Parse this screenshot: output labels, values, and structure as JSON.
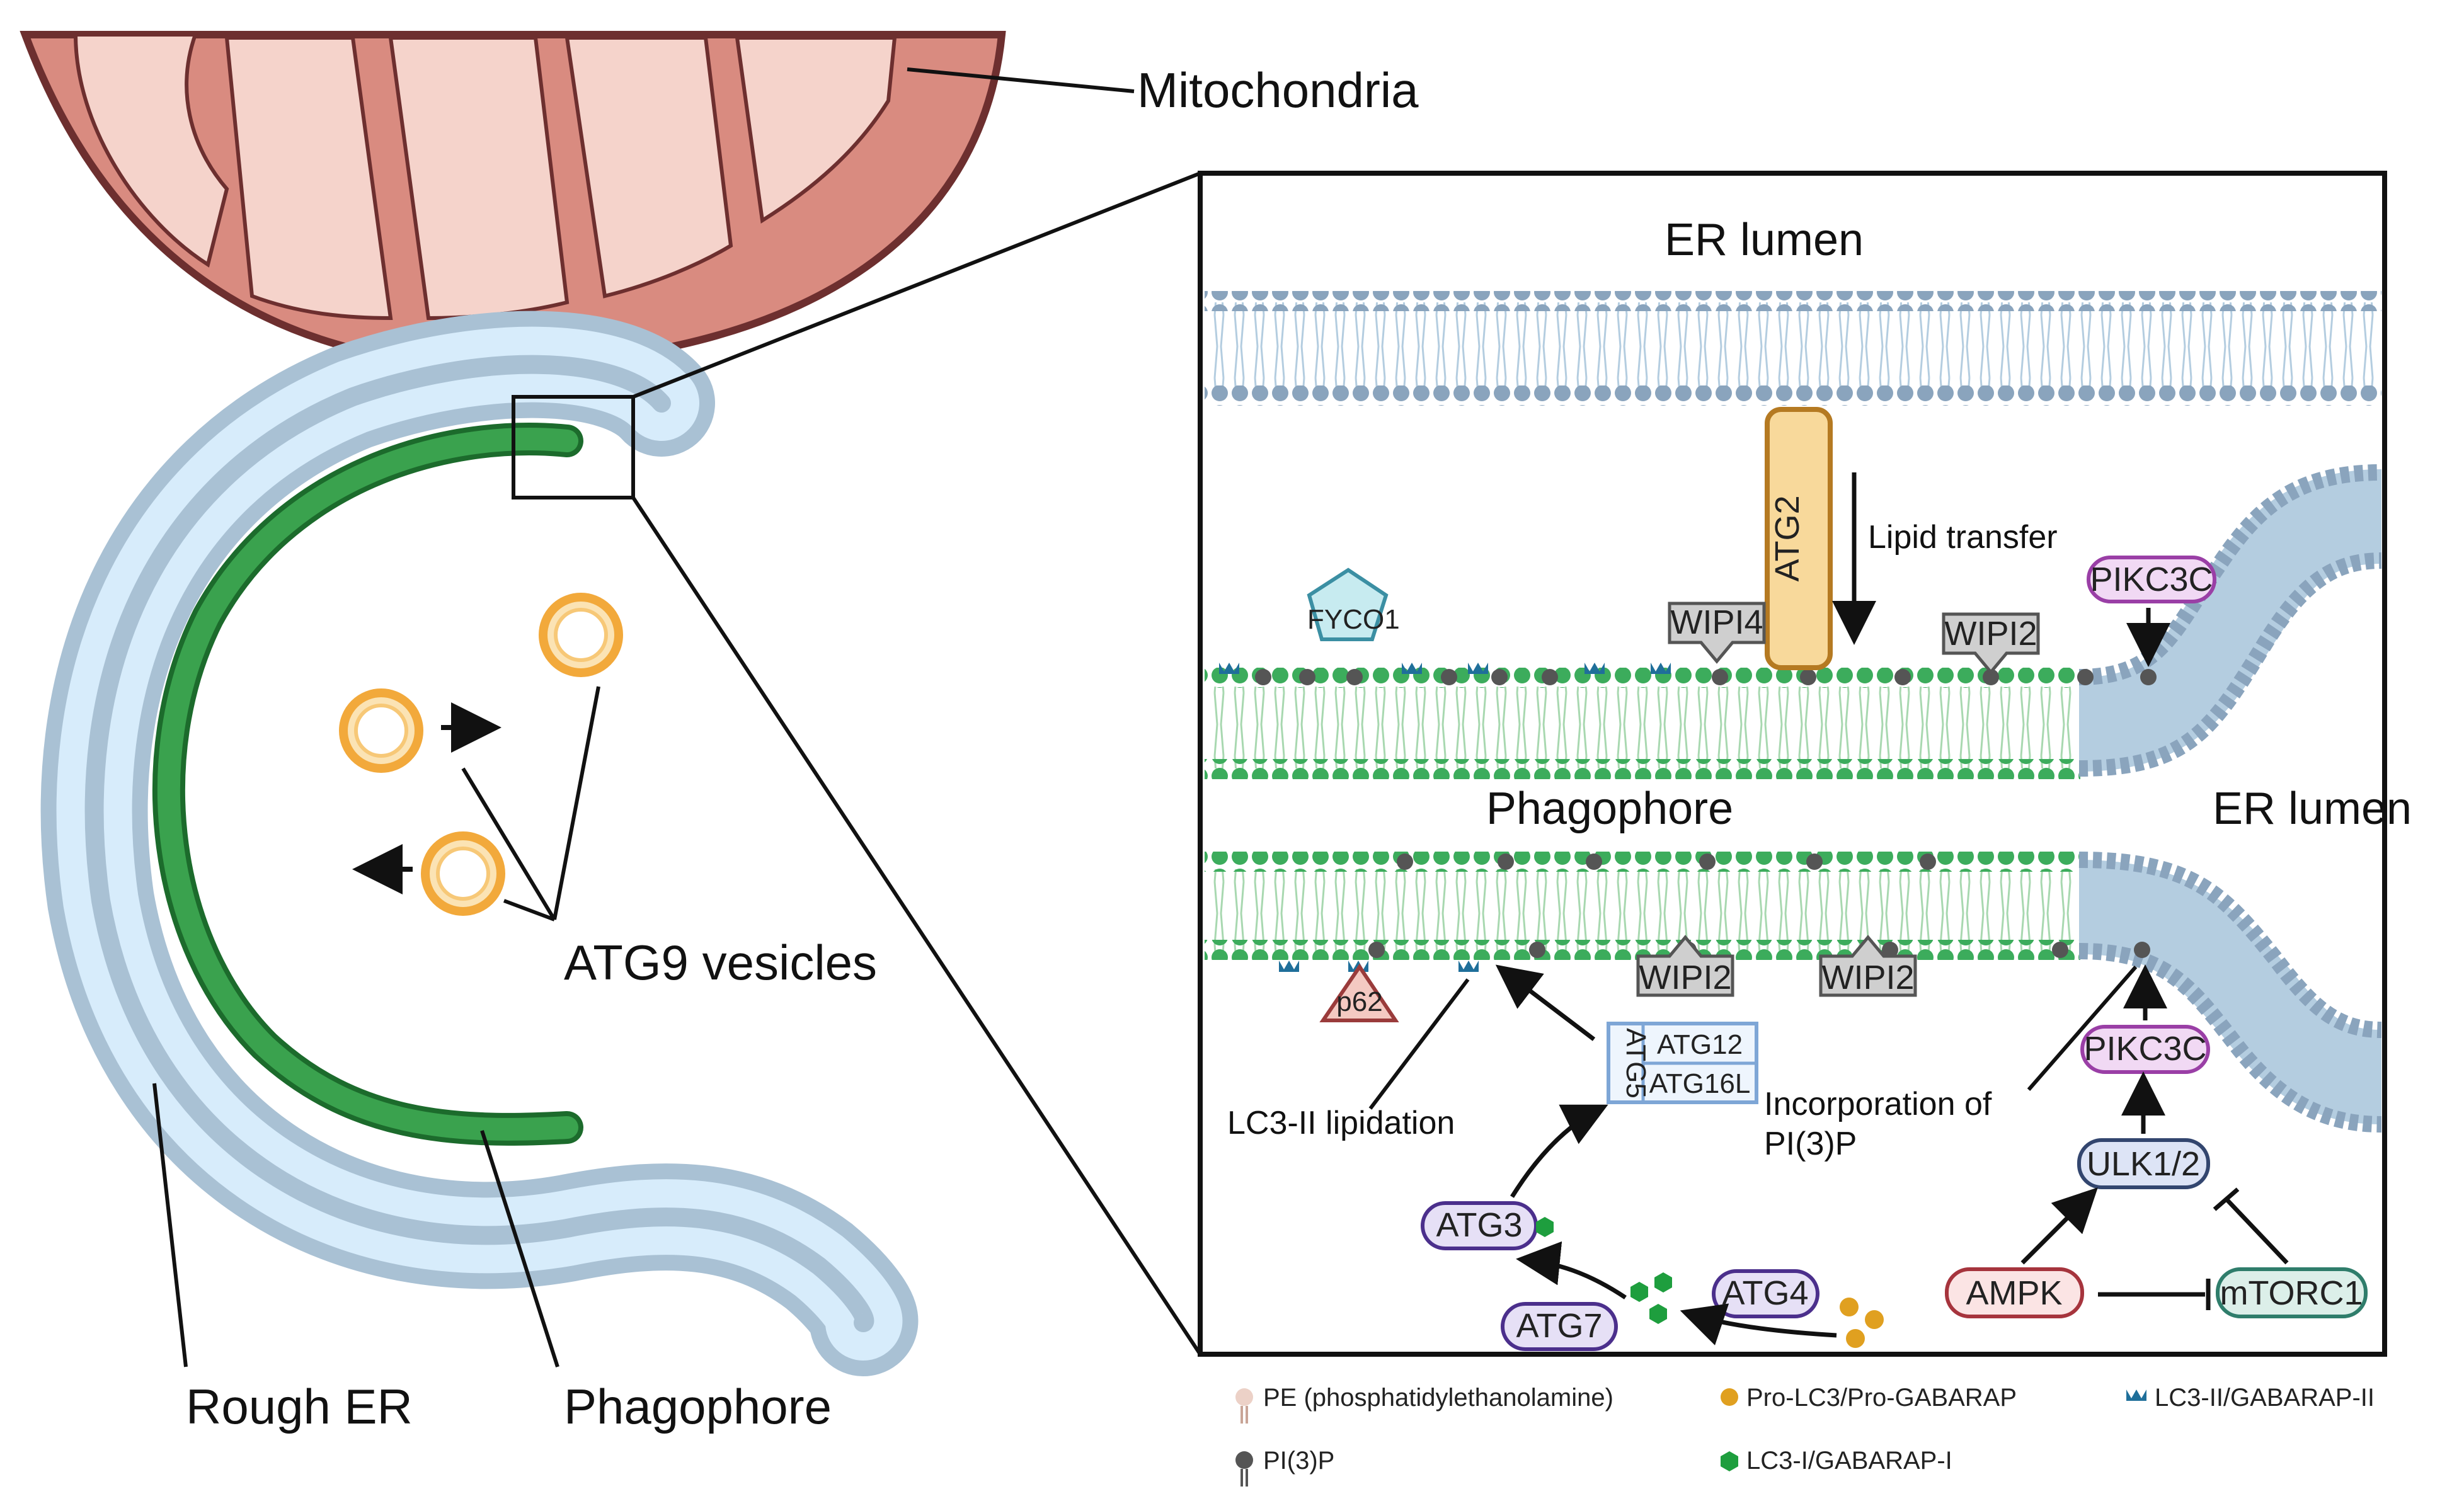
{
  "colors": {
    "mito_fill": "#d98b80",
    "mito_inner": "#f5d3cb",
    "er_blue": "#a9c1d4",
    "er_light": "#d7ecfb",
    "phagophore_green": "#3aa24e",
    "vesicle_orange": "#f2a93b",
    "panel_border": "#111111",
    "pe_color": "#ecd1c7",
    "pi3p_color": "#555555",
    "pro_lc3_color": "#e0a020",
    "lc3_i_color": "#1e9e3e",
    "lc3_ii_color": "#1f6f9a"
  },
  "left": {
    "mitochondria": "Mitochondria",
    "atg9_vesicles": "ATG9 vesicles",
    "rough_er": "Rough ER",
    "phagophore": "Phagophore"
  },
  "panel": {
    "er_lumen_top": "ER lumen",
    "er_lumen_right": "ER lumen",
    "phagophore": "Phagophore",
    "atg2": "ATG2",
    "lipid_transfer": "Lipid transfer",
    "fyco1": "FYCO1",
    "wipi4": "WIPI4",
    "wipi2_top": "WIPI2",
    "pikc3c_top": "PIKC3C",
    "p62": "p62",
    "wipi2_bottom_a": "WIPI2",
    "wipi2_bottom_b": "WIPI2",
    "atg5": "ATG5",
    "atg12": "ATG12",
    "atg16l": "ATG16L",
    "lc3_lipidation": "LC3-II lipidation",
    "incorporation_line1": "Incorporation of",
    "incorporation_line2": "PI(3)P",
    "pikc3c_bottom": "PIKC3C",
    "ulk": "ULK1/2",
    "ampk": "AMPK",
    "mtorc1": "mTORC1",
    "atg3": "ATG3",
    "atg7": "ATG7",
    "atg4": "ATG4"
  },
  "legend": {
    "pe": "PE (phosphatidylethanolamine)",
    "pi3p": "PI(3)P",
    "pro_lc3": "Pro-LC3/Pro-GABARAP",
    "lc3_i": "LC3-I/GABARAP-I",
    "lc3_ii": "LC3-II/GABARAP-II"
  }
}
